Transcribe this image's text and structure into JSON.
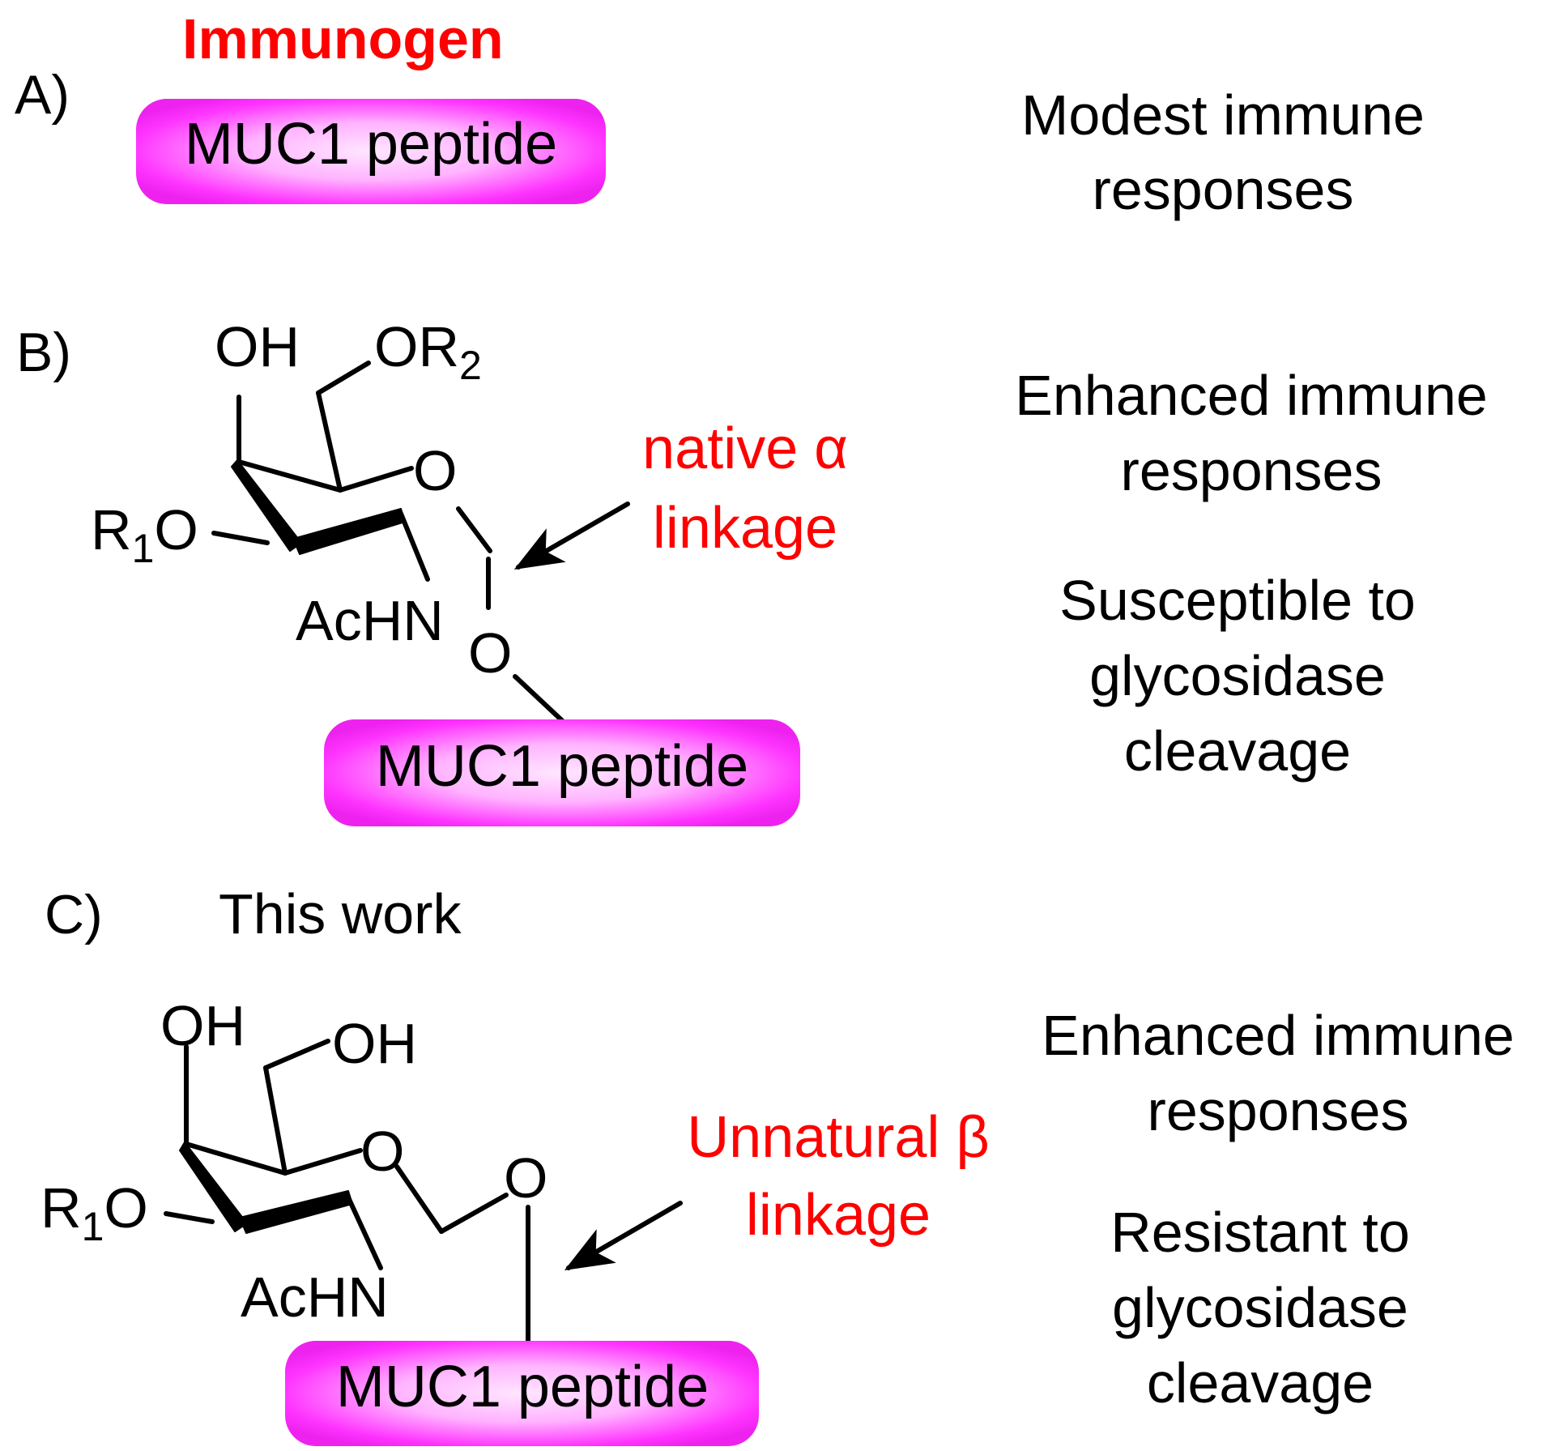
{
  "panel_a": {
    "label": "A)",
    "heading": "Immunogen",
    "pill": "MUC1 peptide",
    "outcome": [
      "Modest immune",
      "responses"
    ]
  },
  "panel_b": {
    "label": "B)",
    "atoms": {
      "oh4": "OH",
      "o6": "OR",
      "o6_sub": "2",
      "ring_o": "O",
      "r1": "R",
      "r1_sub": "1",
      "r1_o": "O",
      "achn": "AcHN",
      "glyco_o": "O"
    },
    "annotation": [
      "native α",
      "linkage"
    ],
    "pill": "MUC1 peptide",
    "outcome": [
      "Enhanced immune",
      "responses"
    ],
    "outcome2": [
      "Susceptible to",
      "glycosidase",
      "cleavage"
    ]
  },
  "panel_c": {
    "label": "C)",
    "heading": "This work",
    "atoms": {
      "oh4": "OH",
      "oh6": "OH",
      "ring_o": "O",
      "r1": "R",
      "r1_sub": "1",
      "r1_o": "O",
      "achn": "AcHN",
      "glyco_o": "O"
    },
    "annotation": [
      "Unnatural β",
      "linkage"
    ],
    "pill": "MUC1 peptide",
    "outcome": [
      "Enhanced immune",
      "responses"
    ],
    "outcome2": [
      "Resistant to",
      "glycosidase",
      "cleavage"
    ]
  },
  "colors": {
    "annotation_red": "#ff0000",
    "pill_magenta": "#ff33ff",
    "pill_highlight": "#ffe6ff"
  }
}
